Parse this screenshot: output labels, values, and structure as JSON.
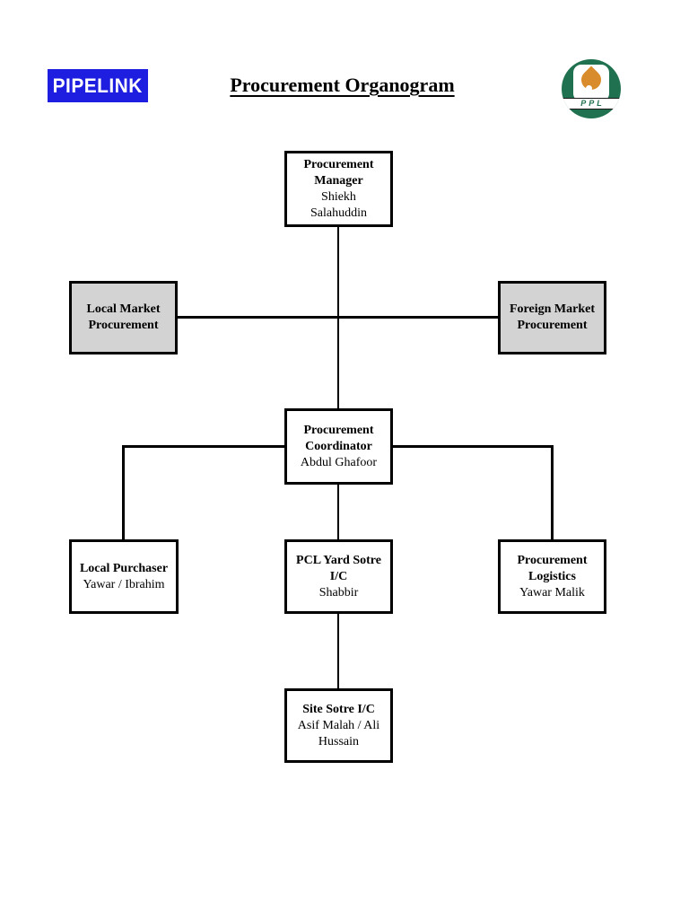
{
  "page": {
    "title": "Procurement Organogram",
    "pipelink_logo_text": "PIPELINK",
    "ppl_logo_text": "PPL"
  },
  "colors": {
    "pipelink_blue": "#1e1ee0",
    "ppl_green": "#20714f",
    "ppl_orange": "#d98c2b",
    "box_gray": "#d3d3d3",
    "line_black": "#000000"
  },
  "org_chart": {
    "nodes": [
      {
        "id": "procurement-manager",
        "role": "Procurement\nManager",
        "person": "Shiekh\nSalahuddin",
        "style": "white"
      },
      {
        "id": "local-market-procurement",
        "role": "Local Market\nProcurement",
        "person": "",
        "style": "gray"
      },
      {
        "id": "foreign-market-procurement",
        "role": "Foreign Market\nProcurement",
        "person": "",
        "style": "gray"
      },
      {
        "id": "procurement-coordinator",
        "role": "Procurement\nCoordinator",
        "person": "Abdul Ghafoor",
        "style": "white"
      },
      {
        "id": "local-purchaser",
        "role": "Local Purchaser",
        "person": "Yawar / Ibrahim",
        "style": "white"
      },
      {
        "id": "pcl-yard-store",
        "role": "PCL Yard Sotre\nI/C",
        "person": "Shabbir",
        "style": "white"
      },
      {
        "id": "procurement-logistics",
        "role": "Procurement\nLogistics",
        "person": "Yawar Malik",
        "style": "white"
      },
      {
        "id": "site-store",
        "role": "Site Sotre I/C",
        "person": "Asif Malah / Ali\nHussain",
        "style": "white"
      }
    ]
  }
}
